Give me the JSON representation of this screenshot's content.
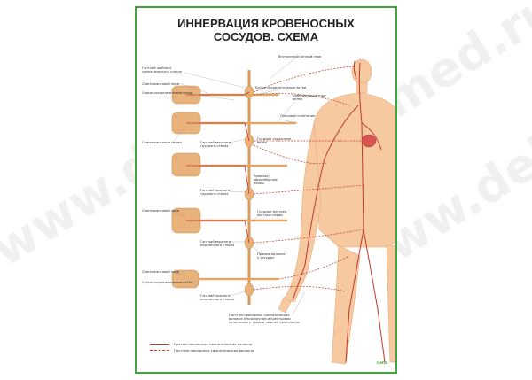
{
  "title": {
    "line1": "ИННЕРВАЦИЯ КРОВЕНОСНЫХ",
    "line2": "СОСУДОВ. СХЕМА"
  },
  "labels": {
    "ganglion_cervical": "Ганглий шейного\nсимпатического ствола",
    "spinal_nerve_1": "Спинномозговой нерв",
    "gray_rami": "Серые соединительные ветви",
    "spinal_nerves": "Спинномозговые нервы",
    "ganglion_upper_thoracic": "Ганглий верхнего\nгрудного ствола",
    "ganglion_lower_thoracic": "Ганглий нижнего\nгрудного ствола",
    "spinal_nerve_2": "Спинномозговой нерв",
    "ganglion_upper_lumbar": "Ганглий верхнего\nпоясничного ствола",
    "spinal_nerve_3": "Спинномозговой нерв",
    "gray_rami_2": "Серые соединительные ветви",
    "ganglion_lower_lumbar": "Ганглий нижнего\nпоясничного ствола",
    "carotid_nerve": "Внутренний сонный нерв",
    "white_rami": "Белые соединительные ветви",
    "cervical_cardiac": "Шейные сердечные\nветви",
    "brachial_plexus": "Плечевое сплетение",
    "thoracic_cardiac": "Грудные сердечные\nветви",
    "splanchnic": "Чревные/межреберные\nнервы",
    "thoracic_visceral": "Грудные внутрен-\nностные нервы",
    "direct_branches": "Прямые волокна\nк сосудам",
    "postganglionic_note": "Постганглионарные симпатические\nволокна в поясничном и крестцовом\nсплетениях к нервам нижней конечности"
  },
  "legend": {
    "pre": "Преганглионарные симпатические волокна",
    "post": "Постганглионарные симпатические волокна"
  },
  "logo": "Delta",
  "watermark": "www.delmed.ru",
  "colors": {
    "border": "#3fa63a",
    "fiber": "#c0392b",
    "bone": "#e8b27a",
    "body": "#f6c9a0"
  }
}
